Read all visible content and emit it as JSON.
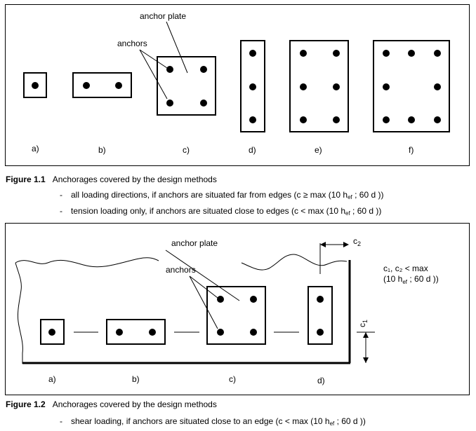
{
  "figure1": {
    "number": "Figure 1.1",
    "caption": "Anchorages covered by the design methods",
    "anchor_plate_label": "anchor plate",
    "anchors_label": "anchors",
    "sublabels": [
      "a)",
      "b)",
      "c)",
      "d)",
      "e)",
      "f)"
    ],
    "bullets": [
      {
        "pre": "all loading directions, if anchors are situated far from edges (c ≥ max (10 h",
        "sub": "ef",
        "post": " ; 60 d ))"
      },
      {
        "pre": "tension loading only, if anchors are situated close to edges (c < max (10 h",
        "sub": "ef",
        "post": " ; 60 d ))"
      }
    ]
  },
  "figure2": {
    "number": "Figure 1.2",
    "caption": "Anchorages covered by the design methods",
    "anchor_plate_label": "anchor plate",
    "anchors_label": "anchors",
    "sublabels": [
      "a)",
      "b)",
      "c)",
      "d)"
    ],
    "c1_label": "c",
    "c1_sub": "1",
    "c2_label": "c",
    "c2_sub": "2",
    "condition_line1": "c₁, c₂ < max",
    "condition_line2_pre": "(10 h",
    "condition_line2_sub": "ef",
    "condition_line2_post": " ; 60 d ))",
    "bullets": [
      {
        "pre": "shear loading, if anchors are situated close to an edge   (c < max (10 h",
        "sub": "ef",
        "post": " ; 60 d ))"
      }
    ]
  }
}
